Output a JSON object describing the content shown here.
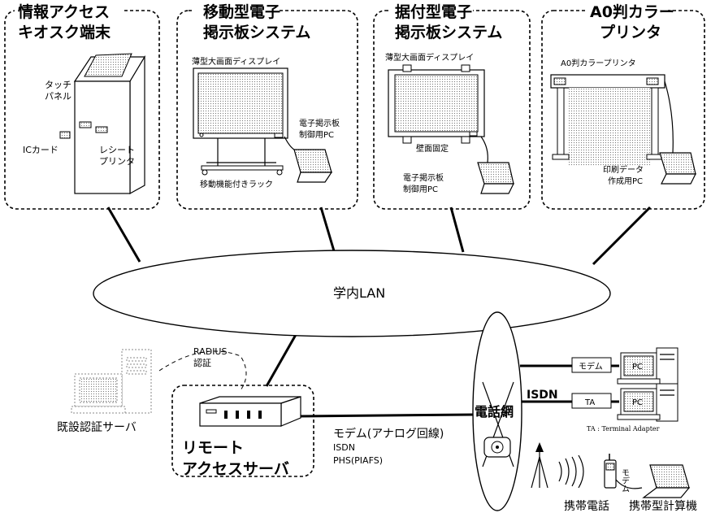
{
  "groups": {
    "kiosk": {
      "title1": "情報アクセス",
      "title2": "キオスク端末",
      "touch1": "タッチ",
      "touch2": "パネル",
      "iccard": "ICカード",
      "receipt1": "レシート",
      "receipt2": "プリンタ"
    },
    "mobile": {
      "title1": "移動型電子",
      "title2": "掲示板システム",
      "display": "薄型大画面ディスプレイ",
      "pc1": "電子掲示板",
      "pc2": "制御用PC",
      "rack": "移動機能付きラック"
    },
    "fixed": {
      "title1": "据付型電子",
      "title2": "掲示板システム",
      "display": "薄型大画面ディスプレイ",
      "wall": "壁面固定",
      "pc1": "電子掲示板",
      "pc2": "制御用PC"
    },
    "printer": {
      "title1": "A0判カラー",
      "title2": "プリンタ",
      "name": "A0判カラープリンタ",
      "pc1": "印刷データ",
      "pc2": "作成用PC"
    }
  },
  "lan": {
    "label": "学内LAN"
  },
  "auth": {
    "radius1": "RADIUS",
    "radius2": "認証",
    "server": "既設認証サーバ"
  },
  "ras": {
    "title1": "リモート",
    "title2": "アクセスサーバ"
  },
  "links": {
    "modem": "モデム(アナログ回線)",
    "isdn": "ISDN",
    "phs": "PHS(PIAFS)"
  },
  "phone_net": {
    "label": "電話網"
  },
  "clients": {
    "modem_box": "モデム",
    "isdn_label": "ISDN",
    "ta_box": "TA",
    "pc": "PC",
    "ta_note": "TA : Terminal Adapter",
    "mobile_modem": "モデム",
    "cellphone": "携帯電話",
    "laptop": "携帯型計算機"
  }
}
